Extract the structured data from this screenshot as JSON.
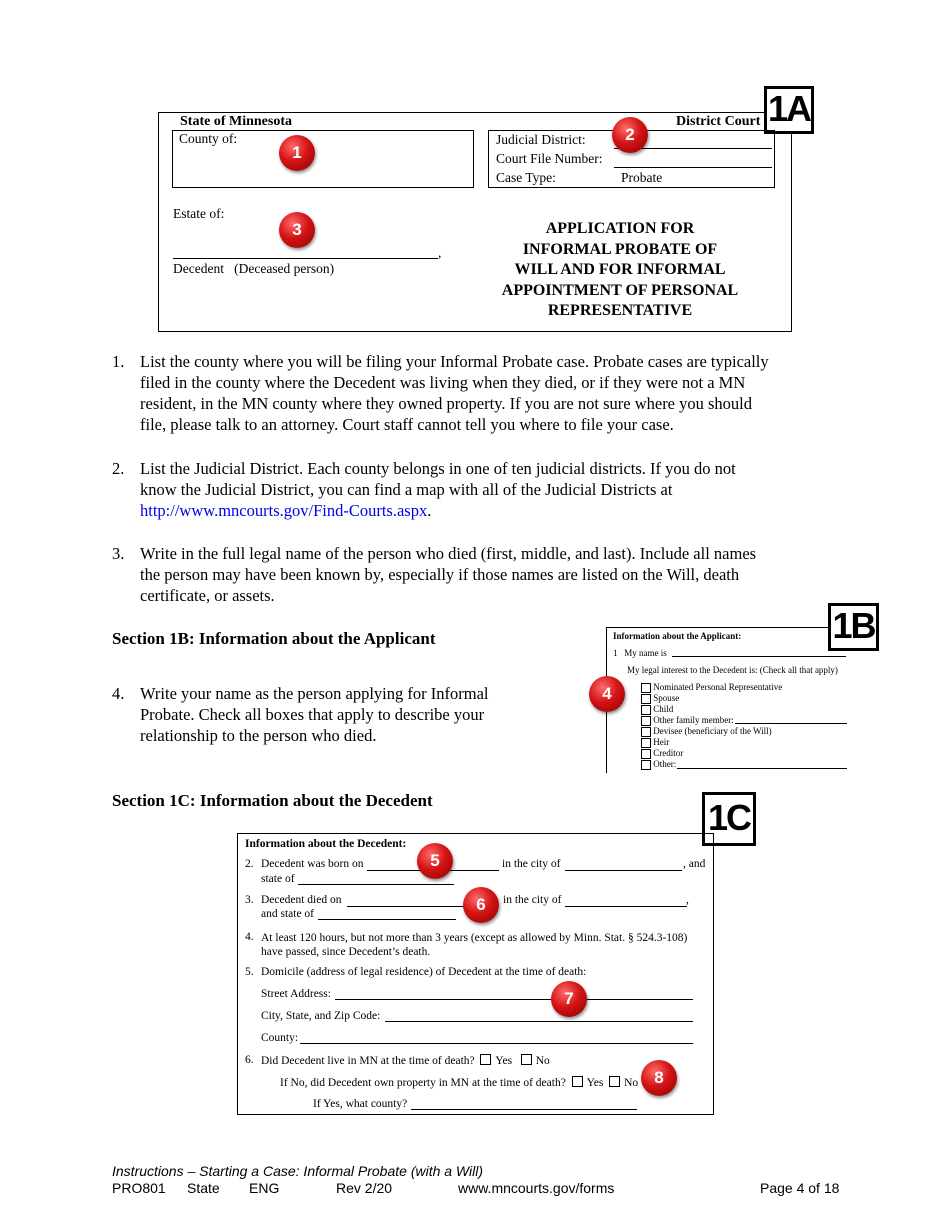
{
  "form1a": {
    "tag": "1A",
    "state": "State of Minnesota",
    "court": "District Court",
    "county_label": "County of:",
    "judicial_district_label": "Judicial District:",
    "court_file_label": "Court File Number:",
    "case_type_label": "Case Type:",
    "case_type_value": "Probate",
    "estate_label": "Estate of:",
    "decedent_label": "Decedent   (Deceased person)",
    "comma": ",",
    "title_lines": [
      "APPLICATION FOR",
      "INFORMAL PROBATE OF",
      "WILL AND FOR INFORMAL",
      "APPOINTMENT OF PERSONAL",
      "REPRESENTATIVE"
    ]
  },
  "badges": [
    "1",
    "2",
    "3",
    "4",
    "5",
    "6",
    "7",
    "8"
  ],
  "instructions": {
    "item1_num": "1.",
    "item1_lines": [
      "List the county where you will be filing your Informal Probate case. Probate cases are typically",
      "filed in the county where the Decedent was living when they died, or if they were not a MN",
      "resident, in the MN county where they owned property. If you are not sure where you should",
      "file, please talk to an attorney.  Court staff cannot tell you where to file your case."
    ],
    "item2_num": "2.",
    "item2_lines": [
      "List the Judicial District.  Each county belongs in one of ten judicial districts. If you do not",
      "know the Judicial District, you can find a map with all of the Judicial Districts at"
    ],
    "item2_link": "http://www.mncourts.gov/Find-Courts.aspx",
    "item2_link_suffix": ".",
    "item3_num": "3.",
    "item3_lines": [
      "Write in the full legal name of the person who died (first, middle, and last). Include all names",
      "the person may have been known by, especially if those names are listed on the Will, death",
      "certificate, or assets."
    ],
    "section1b_heading": "Section 1B: Information about the Applicant",
    "item4_num": "4.",
    "item4_lines": [
      "Write your name as the person applying for Informal",
      "Probate. Check all boxes that apply to describe your",
      "relationship to the person who died."
    ],
    "section1c_heading": "Section 1C: Information about the Decedent"
  },
  "form1b": {
    "tag": "1B",
    "heading": "Information about the Applicant:",
    "line1": "1   My name is",
    "interest": "My legal interest to the Decedent is: (Check all that apply)",
    "options": [
      "Nominated Personal Representative",
      "Spouse",
      "Child",
      "Other family member:",
      "Devisee (beneficiary of the Will)",
      "Heir",
      "Creditor",
      "Other:"
    ]
  },
  "form1c": {
    "tag": "1C",
    "heading": "Information about the Decedent:",
    "q2_num": "2.",
    "q2_a": "Decedent was born on",
    "q2_b": "in the city of",
    "q2_c": ", and",
    "q2_d": "state of",
    "q3_num": "3.",
    "q3_a": "Decedent died on",
    "q3_b": "in the city of",
    "q3_c": ",",
    "q3_d": "and state of",
    "q4_num": "4.",
    "q4_line1": "At least 120 hours, but not more than 3 years (except as allowed by Minn. Stat. § 524.3-108)",
    "q4_line2": "have passed, since Decedent’s death.",
    "q5_num": "5.",
    "q5_text": "Domicile (address of legal residence) of Decedent at the time of death:",
    "street": "Street Address:",
    "city": "City, State, and Zip Code:",
    "county": "County:",
    "q6_num": "6.",
    "q6_text": "Did Decedent live in MN at the time of death?",
    "yes": "Yes",
    "no": "No",
    "q6_if_no": "If No, did Decedent own property in MN at the time of death?",
    "q6_if_yes": "If Yes, what county?"
  },
  "footer": {
    "title": "Instructions – Starting a Case: Informal Probate (with a Will)",
    "code": "PRO801",
    "state": "State",
    "lang": "ENG",
    "rev": "Rev 2/20",
    "url": "www.mncourts.gov/forms",
    "page": "Page 4 of 18"
  }
}
